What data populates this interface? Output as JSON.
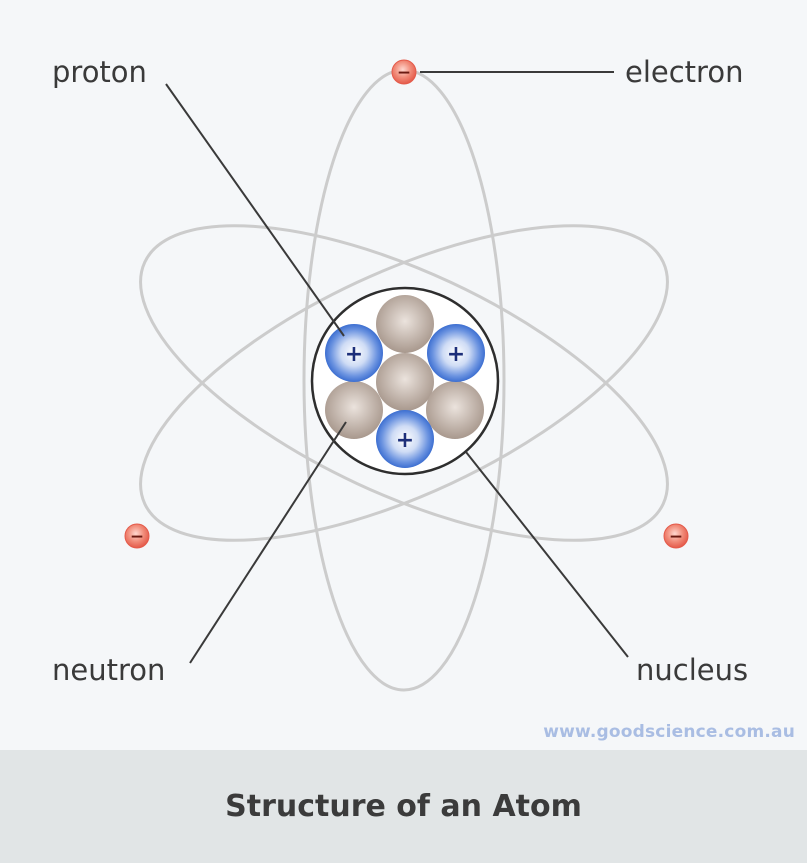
{
  "labels": {
    "proton": "proton",
    "electron": "electron",
    "neutron": "neutron",
    "nucleus": "nucleus"
  },
  "symbols": {
    "proton_charge": "+",
    "electron_charge": "−"
  },
  "watermark": "www.goodscience.com.au",
  "title": "Structure of an Atom",
  "colors": {
    "proton": "#3d6fd1",
    "neutron": "#a8988d",
    "electron": "#e45a4a",
    "orbit": "#cccccc",
    "leader_line": "#3a3a3a",
    "footer_background": "#e1e5e6",
    "watermark": "#a9bde3"
  }
}
